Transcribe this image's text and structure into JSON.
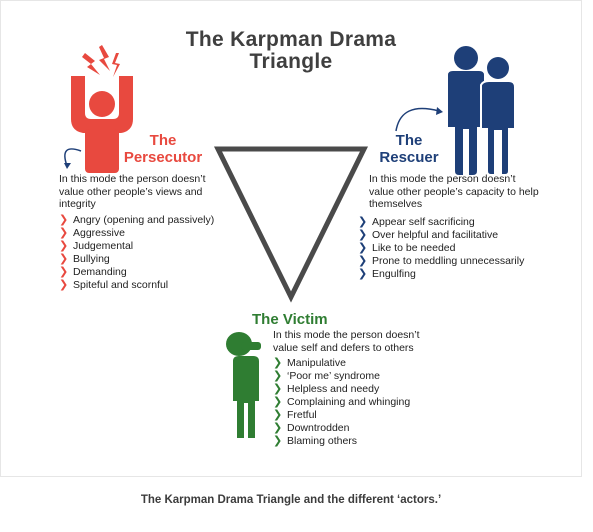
{
  "title": {
    "line1": "The Karpman Drama",
    "line2": "Triangle"
  },
  "persecutor": {
    "title_line1": "The",
    "title_line2": "Persecutor",
    "description": "In this mode the person doesn’t value other people’s views and integrity",
    "items": [
      "Angry (opening and passively)",
      "Aggressive",
      "Judgemental",
      "Bullying",
      "Demanding",
      "Spiteful and scornful"
    ],
    "color": "#e8493f"
  },
  "rescuer": {
    "title_line1": "The",
    "title_line2": "Rescuer",
    "description": "In this mode the person doesn’t value other people’s capacity to help themselves",
    "items": [
      "Appear self sacrificing",
      "Over helpful and facilitative",
      "Like to be needed",
      "Prone to meddling unnecessarily",
      "Engulfing"
    ],
    "color": "#1e3f78"
  },
  "victim": {
    "title": "The Victim",
    "description": "In this mode the person doesn’t value self and defers to others",
    "items": [
      "Manipulative",
      "‘Poor me’ syndrome",
      "Helpless and needy",
      "Complaining and whinging",
      "Fretful",
      "Downtrodden",
      "Blaming others"
    ],
    "color": "#2f7d32"
  },
  "caption": "The Karpman Drama Triangle and the different ‘actors.’",
  "icons": {
    "bullet": "chevron-right-icon",
    "persecutor": "angry-person-icon",
    "rescuer": "two-people-icon",
    "victim": "standing-person-icon"
  }
}
